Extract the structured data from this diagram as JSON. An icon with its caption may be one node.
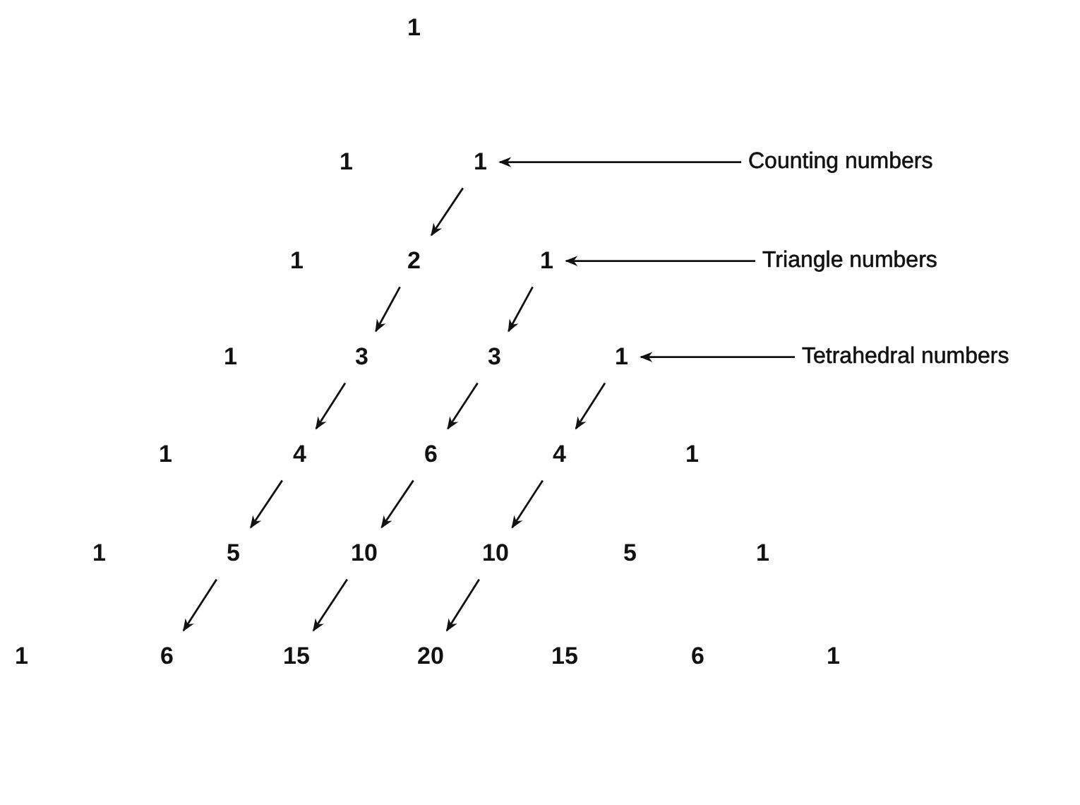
{
  "diagram": {
    "nodes": [
      {
        "text": [
          "1"
        ]
      },
      {
        "text": [
          "1"
        ]
      },
      {
        "text": [
          "1"
        ]
      },
      {
        "text": [
          "Counting numbers"
        ]
      },
      {
        "text": [
          "1"
        ]
      },
      {
        "text": [
          "2"
        ]
      },
      {
        "text": [
          "1"
        ]
      },
      {
        "text": [
          "Triangle numbers"
        ]
      },
      {
        "text": [
          "1"
        ]
      },
      {
        "text": [
          "3"
        ]
      },
      {
        "text": [
          "3"
        ]
      },
      {
        "text": [
          "1"
        ]
      },
      {
        "text": [
          "Tetrahedral numbers"
        ]
      },
      {
        "text": [
          "1"
        ]
      },
      {
        "text": [
          "4"
        ]
      },
      {
        "text": [
          "6"
        ]
      },
      {
        "text": [
          "4"
        ]
      },
      {
        "text": [
          "1"
        ]
      },
      {
        "text": [
          "1"
        ]
      },
      {
        "text": [
          "5"
        ]
      },
      {
        "text": [
          "10"
        ]
      },
      {
        "text": [
          "10"
        ]
      },
      {
        "text": [
          "5"
        ]
      },
      {
        "text": [
          "1"
        ]
      },
      {
        "text": [
          "1"
        ]
      },
      {
        "text": [
          "6"
        ]
      },
      {
        "text": [
          "15"
        ]
      },
      {
        "text": [
          "20"
        ]
      },
      {
        "text": [
          "15"
        ]
      },
      {
        "text": [
          "6"
        ]
      },
      {
        "text": [
          "1"
        ]
      }
    ],
    "edges": [
      {
        "from": 3,
        "to": 2,
        "arrow": "to"
      },
      {
        "from": 7,
        "to": 6,
        "arrow": "to"
      },
      {
        "from": 12,
        "to": 11,
        "arrow": "to"
      },
      {
        "from": 2,
        "to": 5,
        "arrow": "to"
      },
      {
        "from": 5,
        "to": 9,
        "arrow": "to"
      },
      {
        "from": 9,
        "to": 14,
        "arrow": "to"
      },
      {
        "from": 14,
        "to": 19,
        "arrow": "to"
      },
      {
        "from": 19,
        "to": 25,
        "arrow": "to"
      },
      {
        "from": 6,
        "to": 10,
        "arrow": "to"
      },
      {
        "from": 10,
        "to": 15,
        "arrow": "to"
      },
      {
        "from": 15,
        "to": 20,
        "arrow": "to"
      },
      {
        "from": 20,
        "to": 26,
        "arrow": "to"
      },
      {
        "from": 11,
        "to": 16,
        "arrow": "to"
      },
      {
        "from": 16,
        "to": 21,
        "arrow": "to"
      },
      {
        "from": 21,
        "to": 27,
        "arrow": "to"
      }
    ]
  }
}
